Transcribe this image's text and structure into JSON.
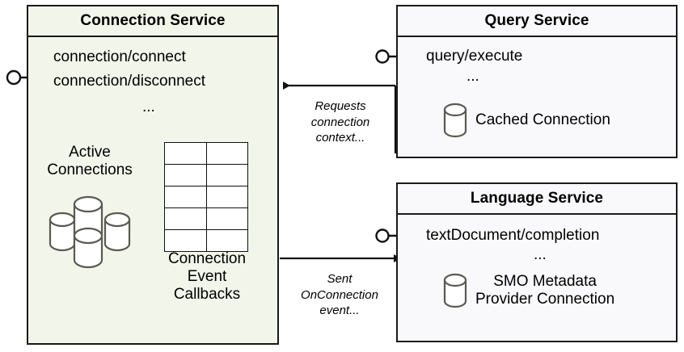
{
  "diagram": {
    "type": "component-diagram",
    "title_visible": false,
    "background": "#ffffff",
    "colors": {
      "connection_service_fill": "#f2f5ea",
      "service_fill": "#f9f9fb",
      "border": "#1a1a1a",
      "cylinder_stroke": "#5a5a52",
      "cylinder_fill": "#ffffff",
      "text": "#000000"
    }
  },
  "components": {
    "connection_service": {
      "title": "Connection Service",
      "interfaces": [
        "connection/connect",
        "connection/disconnect"
      ],
      "interface_ellipsis": "...",
      "active_connections_label_line1": "Active",
      "active_connections_label_line2": "Connections",
      "active_connections_icon": "database-cluster-icon",
      "callbacks_label_line1": "Connection",
      "callbacks_label_line2": "Event",
      "callbacks_label_line3": "Callbacks",
      "callbacks_icon": "table-grid-icon",
      "table_rows": 5,
      "table_cols": 2,
      "lollipop": "provided-interface-lollipop"
    },
    "query_service": {
      "title": "Query Service",
      "interfaces": [
        "query/execute"
      ],
      "interface_ellipsis": "...",
      "resource_label": "Cached Connection",
      "resource_icon": "database-cylinder-icon",
      "lollipop": "provided-interface-lollipop"
    },
    "language_service": {
      "title": "Language Service",
      "interfaces": [
        "textDocument/completion"
      ],
      "interface_ellipsis": "...",
      "resource_label_line1": "SMO Metadata",
      "resource_label_line2": "Provider Connection",
      "resource_icon": "database-cylinder-icon",
      "lollipop": "provided-interface-lollipop"
    }
  },
  "edges": [
    {
      "id": "query-to-connection",
      "from": "query_service",
      "to": "connection_service",
      "direction": "left",
      "label_line1": "Requests",
      "label_line2": "connection",
      "label_line3": "context..."
    },
    {
      "id": "connection-to-language",
      "from": "connection_service",
      "to": "language_service",
      "direction": "right",
      "label_line1": "Sent",
      "label_line2": "OnConnection",
      "label_line3": "event..."
    }
  ]
}
